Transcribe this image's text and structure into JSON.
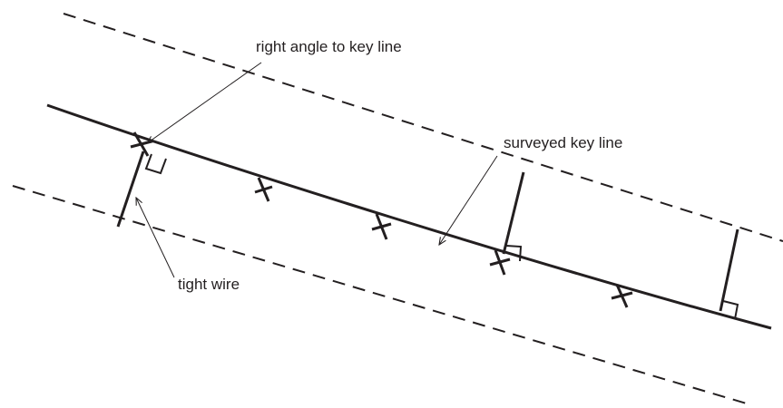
{
  "labels": {
    "right_angle": "right angle to key line",
    "surveyed_key_line": "surveyed key line",
    "tight_wire": "tight wire"
  }
}
